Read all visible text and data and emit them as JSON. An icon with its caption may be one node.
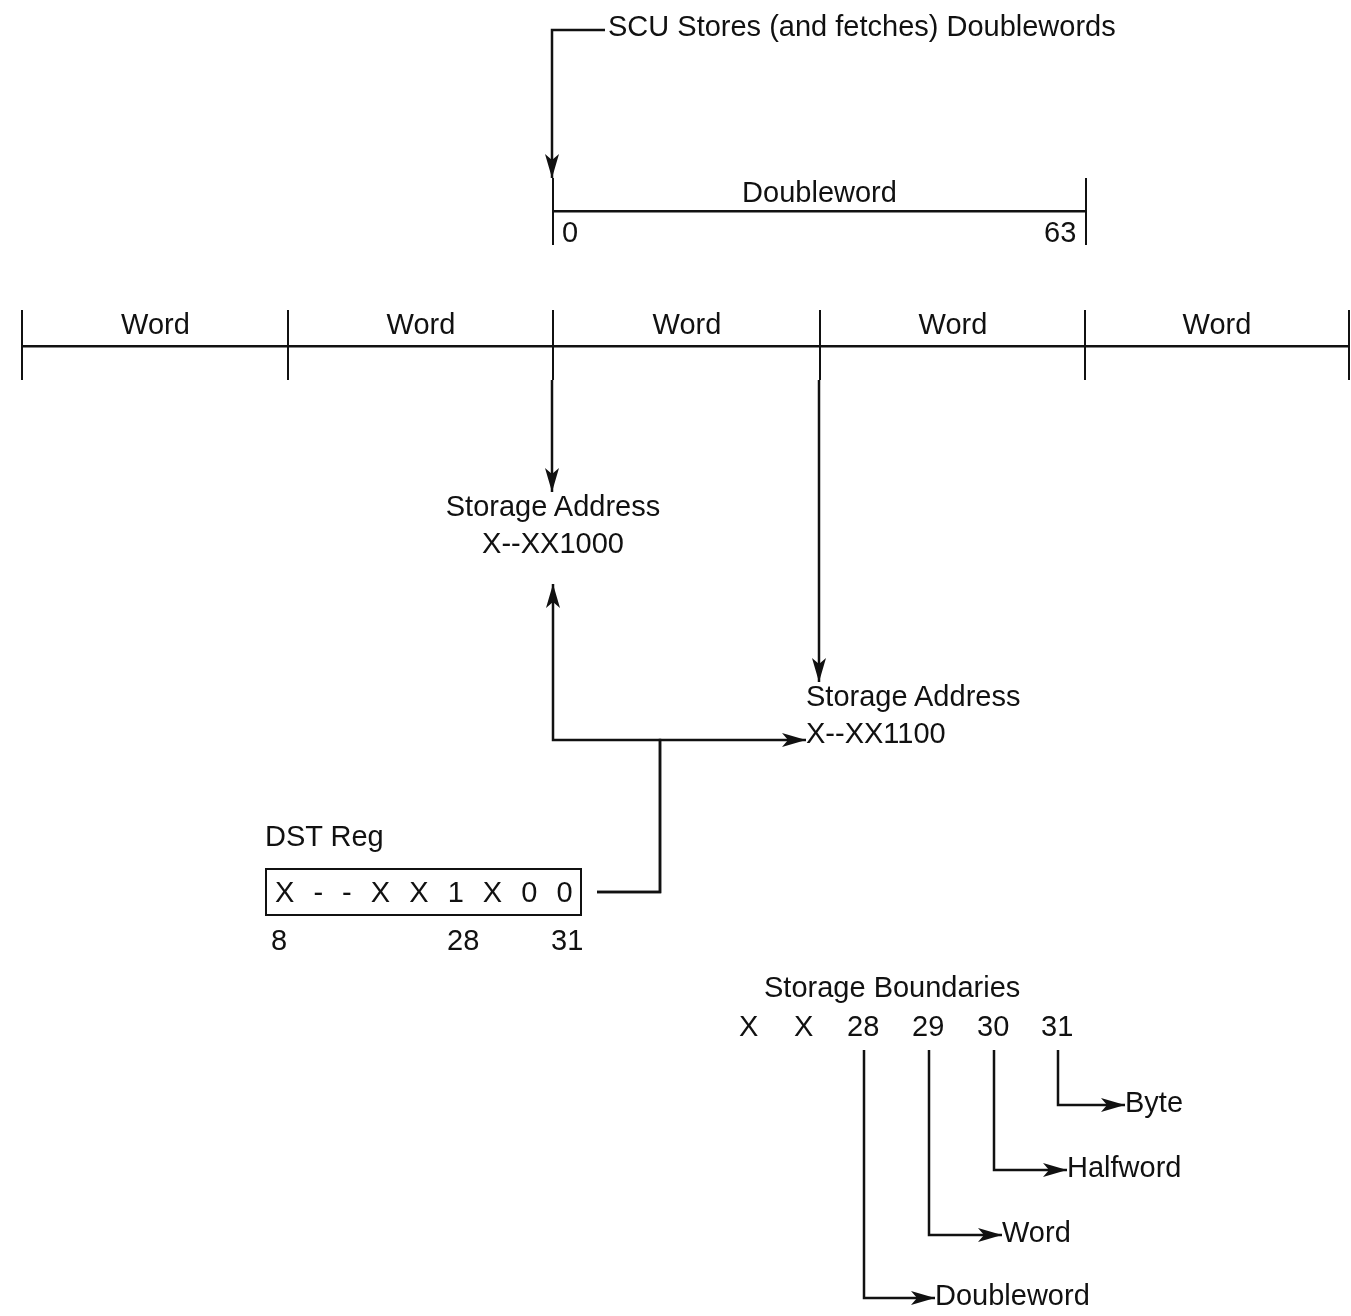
{
  "diagram": {
    "nodes": [
      {
        "text": [
          "SCU Stores (and fetches) Doublewords"
        ]
      },
      {
        "text": [
          "Doubleword"
        ]
      },
      {
        "text": [
          "Word"
        ]
      },
      {
        "text": [
          "Word"
        ]
      },
      {
        "text": [
          "Word"
        ]
      },
      {
        "text": [
          "Word"
        ]
      },
      {
        "text": [
          "Word"
        ]
      },
      {
        "text": [
          "Storage Address",
          "X--XX1000"
        ]
      },
      {
        "text": [
          "Storage Address",
          "X--XX1100"
        ]
      },
      {
        "text": [
          "DST Reg",
          "X - - X X 1 X 0 0"
        ],
        "beside": [
          "8",
          "28",
          "31"
        ]
      },
      {
        "text": [
          "28"
        ]
      },
      {
        "text": [
          "29"
        ]
      },
      {
        "text": [
          "30"
        ]
      },
      {
        "text": [
          "31"
        ]
      },
      {
        "text": [
          "Byte"
        ]
      },
      {
        "text": [
          "Halfword"
        ]
      },
      {
        "text": [
          "Word"
        ]
      },
      {
        "text": [
          "Doubleword"
        ]
      }
    ],
    "edges": [
      {
        "from": 0,
        "to": 1,
        "arrow": "to"
      },
      {
        "from": 4,
        "to": 7,
        "arrow": "to"
      },
      {
        "from": 5,
        "to": 8,
        "arrow": "to"
      },
      {
        "from": 9,
        "to": 7,
        "arrow": "to"
      },
      {
        "from": 9,
        "to": 8,
        "arrow": "to"
      },
      {
        "from": 10,
        "to": 17,
        "arrow": "to"
      },
      {
        "from": 11,
        "to": 16,
        "arrow": "to"
      },
      {
        "from": 12,
        "to": 15,
        "arrow": "to"
      },
      {
        "from": 13,
        "to": 14,
        "arrow": "to"
      }
    ],
    "labels": [
      "0",
      "63",
      "Storage Boundaries",
      "X",
      "X"
    ]
  }
}
